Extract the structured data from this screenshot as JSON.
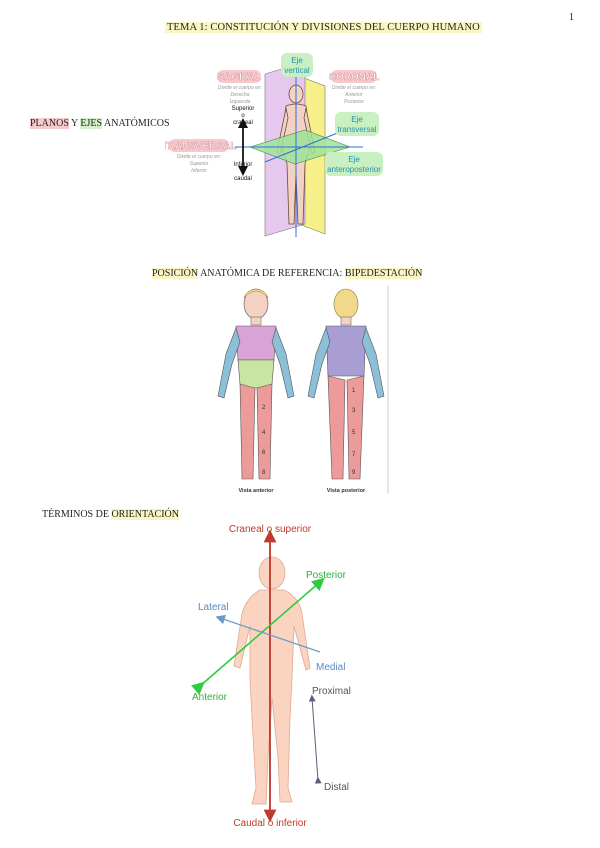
{
  "page_number": "1",
  "title": "TEMA 1: CONSTITUCIÓN Y DIVISIONES DEL CUERPO HUMANO",
  "section1": {
    "w1": "PLANOS",
    "w2": " Y ",
    "w3": "EJES",
    "w4": " ANATÓMICOS"
  },
  "planes_fig": {
    "sagital": "SAGITAL",
    "sagital_d1": "Divide el cuerpo en:",
    "sagital_d2": "Derecha",
    "sagital_d3": "Izquierda",
    "coronal": "CORONAL",
    "coronal_d1": "Divide el cuerpo en:",
    "coronal_d2": "Anterior",
    "coronal_d3": "Posterior",
    "transversal": "TRANSVERSAL",
    "transversal_d1": "Divide el cuerpo en:",
    "transversal_d2": "Superior",
    "transversal_d3": "Inferior",
    "eje_vertical_1": "Eje",
    "eje_vertical_2": "vertical",
    "eje_transversal_1": "Eje",
    "eje_transversal_2": "transversal",
    "eje_antero_1": "Eje",
    "eje_antero_2": "anteroposterior",
    "superior_1": "Superior",
    "superior_2": "o",
    "superior_3": "craneal",
    "inferior_1": "Inferior",
    "inferior_2": "o",
    "inferior_3": "caudal"
  },
  "section2": {
    "w1": "POSICIÓN",
    "w2": " ANATÓMICA DE REFERENCIA: ",
    "w3": "BIPEDESTACIÓN"
  },
  "position_fig": {
    "front_caption": "Vista anterior",
    "back_caption": "Vista posterior",
    "front_numbers": [
      "2",
      "4",
      "6",
      "8"
    ],
    "back_numbers": [
      "1",
      "3",
      "5",
      "7",
      "9"
    ]
  },
  "section3": {
    "w1": "TÉRMINOS DE ",
    "w2": "ORIENTACIÓN"
  },
  "orientation_fig": {
    "craneal": "Craneal o superior",
    "posterior": "Posterior",
    "lateral": "Lateral",
    "medial": "Medial",
    "anterior": "Anterior",
    "proximal": "Proximal",
    "distal": "Distal",
    "caudal": "Caudal o inferior"
  },
  "colors": {
    "yellow_hl": "#fbf5c3",
    "red_hl": "#f6c9cd",
    "green_hl": "#d4f0c8",
    "skin": "#fad4c0",
    "red_arrow": "#c0392b",
    "green_arrow": "#2ecc40",
    "blue_arrow": "#6a9ac9"
  }
}
